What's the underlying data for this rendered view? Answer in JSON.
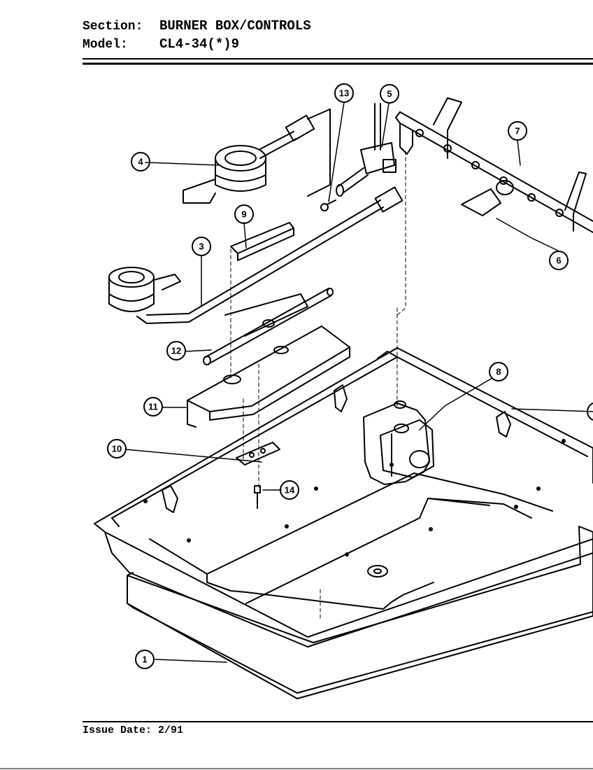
{
  "header": {
    "section_label": "Section:",
    "section_value": "BURNER BOX/CONTROLS",
    "model_label": "Model:",
    "model_value": "CL4-34(*)9"
  },
  "footer": {
    "issue_label": "Issue Date:",
    "issue_value": "2/91"
  },
  "callouts": [
    {
      "id": "callout-1",
      "label": "1"
    },
    {
      "id": "callout-3",
      "label": "3"
    },
    {
      "id": "callout-4",
      "label": "4"
    },
    {
      "id": "callout-5",
      "label": "5"
    },
    {
      "id": "callout-6",
      "label": "6"
    },
    {
      "id": "callout-7",
      "label": "7"
    },
    {
      "id": "callout-8",
      "label": "8"
    },
    {
      "id": "callout-9",
      "label": "9"
    },
    {
      "id": "callout-10",
      "label": "10"
    },
    {
      "id": "callout-11",
      "label": "11"
    },
    {
      "id": "callout-12",
      "label": "12"
    },
    {
      "id": "callout-13",
      "label": "13"
    },
    {
      "id": "callout-14",
      "label": "14"
    }
  ]
}
